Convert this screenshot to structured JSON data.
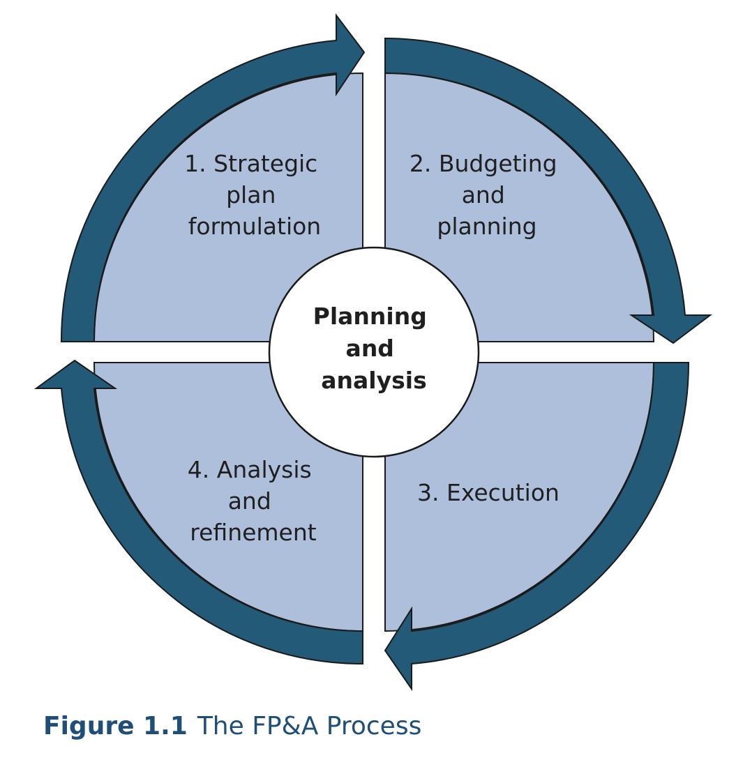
{
  "diagram": {
    "center_label": [
      "Planning",
      "and",
      "analysis"
    ],
    "quadrants": [
      {
        "id": "q1",
        "lines": [
          "1. Strategic",
          "plan",
          "formulation"
        ]
      },
      {
        "id": "q2",
        "lines": [
          "2. Budgeting",
          "and",
          "planning"
        ]
      },
      {
        "id": "q3",
        "lines": [
          "3. Execution"
        ]
      },
      {
        "id": "q4",
        "lines": [
          "4. Analysis",
          "and",
          "refinement"
        ]
      }
    ],
    "colors": {
      "quadrant_fill": "#aebfdb",
      "arrow_fill": "#225a78",
      "outline": "#1a1a1a",
      "center_fill": "#ffffff"
    }
  },
  "caption": {
    "figure_number": "Figure 1.1",
    "title": "The FP&A Process"
  }
}
